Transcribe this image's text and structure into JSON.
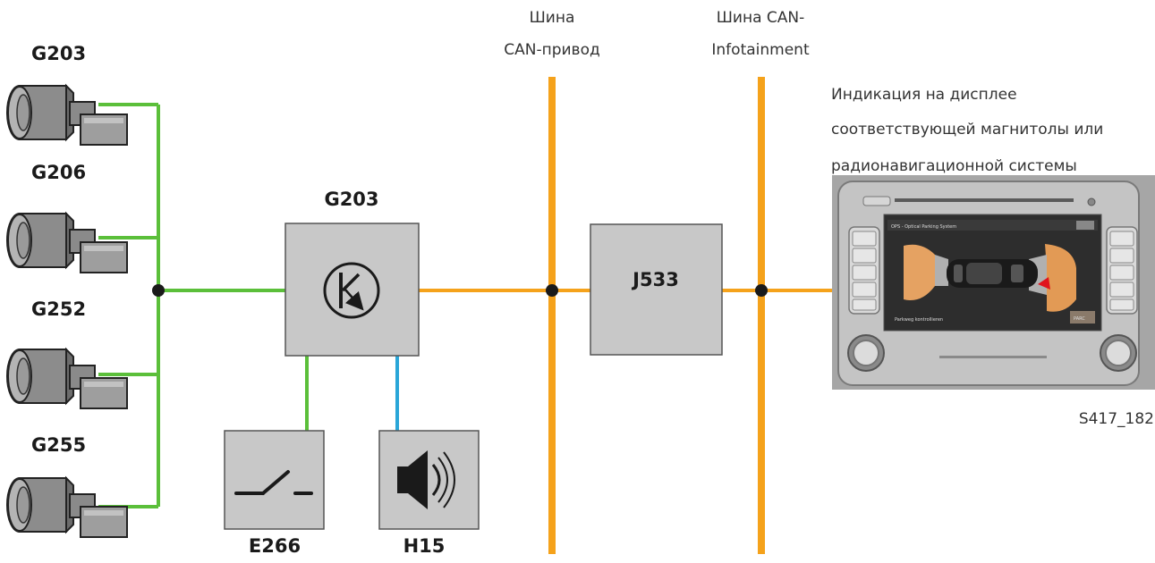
{
  "sensors": [
    {
      "label": "G203"
    },
    {
      "label": "G206"
    },
    {
      "label": "G252"
    },
    {
      "label": "G255"
    }
  ],
  "control_unit": {
    "label": "G203"
  },
  "switch": {
    "label": "E266"
  },
  "buzzer": {
    "label": "H15"
  },
  "gateway": {
    "label": "J533"
  },
  "bus_drive": {
    "line1": "Шина",
    "line2": "CAN-привод"
  },
  "bus_infotainment": {
    "line1": "Шина CAN-",
    "line2": "Infotainment"
  },
  "display_caption": {
    "line1": "Индикация на дисплее",
    "line2": "соответствующей магнитолы или",
    "line3": "радионавигационной системы"
  },
  "figure_id": "S417_182",
  "screen": {
    "title": "OPS - Optical Parking System",
    "status": "Parkweg kontrollieren",
    "corner_button": "PARC"
  },
  "colors": {
    "green": "#5bbf3a",
    "orange": "#f5a21b",
    "blue": "#2aa6d8",
    "box_fill": "#c8c8c8",
    "box_stroke": "#555555"
  }
}
